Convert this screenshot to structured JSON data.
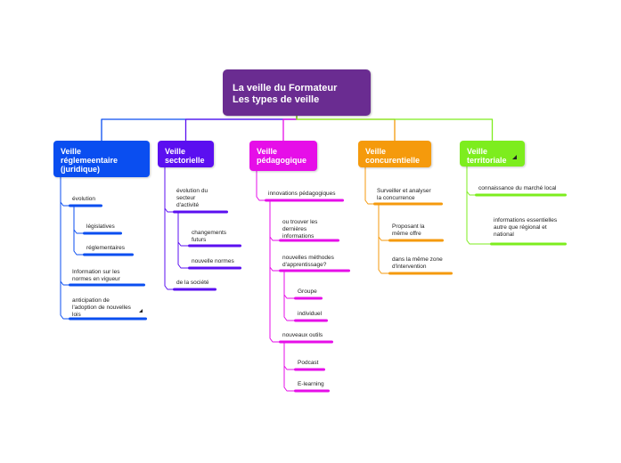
{
  "root": {
    "line1": "La veille du Formateur",
    "line2": "Les types de veille",
    "color": "#6a2c91"
  },
  "branches": [
    {
      "id": "reglementaire",
      "color": "#0a4ef0",
      "label_lines": [
        "Veille",
        "réglemeentaire",
        "(juridique)"
      ],
      "children": [
        {
          "lines": [
            "évolution"
          ],
          "children": [
            {
              "lines": [
                "législatives"
              ]
            },
            {
              "lines": [
                "réglementaires"
              ]
            }
          ]
        },
        {
          "lines": [
            "Information sur les",
            "normes en vigueur"
          ]
        },
        {
          "lines": [
            "anticipation de",
            "l'adoption de nouvelles",
            "lois"
          ],
          "collapsed": true
        }
      ]
    },
    {
      "id": "sectorielle",
      "color": "#5b0ff0",
      "label_lines": [
        "Veille",
        "sectorielle"
      ],
      "children": [
        {
          "lines": [
            "évolution du",
            "secteur",
            "d'activité"
          ],
          "children": [
            {
              "lines": [
                "changements",
                "futurs"
              ]
            },
            {
              "lines": [
                "nouvelle normes"
              ]
            }
          ]
        },
        {
          "lines": [
            "de la société"
          ]
        }
      ]
    },
    {
      "id": "pedagogique",
      "color": "#e60ee8",
      "label_lines": [
        "Veille",
        "pédagogique"
      ],
      "children": [
        {
          "lines": [
            "innovations pédagogiques"
          ],
          "children": [
            {
              "lines": [
                "ou trouver les",
                "dernières",
                "informations"
              ]
            },
            {
              "lines": [
                "nouvelles méthodes",
                "d'apprentissage?"
              ],
              "children": [
                {
                  "lines": [
                    "Groupe"
                  ]
                },
                {
                  "lines": [
                    "individuel"
                  ]
                }
              ]
            },
            {
              "lines": [
                "nouveaux outils"
              ],
              "children": [
                {
                  "lines": [
                    "Podcast"
                  ]
                },
                {
                  "lines": [
                    "E-learning"
                  ]
                }
              ]
            }
          ]
        }
      ]
    },
    {
      "id": "concurentielle",
      "color": "#f59a0c",
      "label_lines": [
        "Veille",
        "concurentielle"
      ],
      "children": [
        {
          "lines": [
            "Surveiller et analyser",
            "la concurrence"
          ],
          "children": [
            {
              "lines": [
                "Proposant la",
                "même offre"
              ]
            },
            {
              "lines": [
                "dans la même zone",
                "d'intervention"
              ]
            }
          ]
        }
      ]
    },
    {
      "id": "territoriale",
      "color": "#7ded1e",
      "label_lines": [
        "Veille",
        "territoriale"
      ],
      "collapsed": true,
      "children": [
        {
          "lines": [
            "connaissance du marché local"
          ]
        },
        {
          "lines": [
            "informations essentielles",
            "autre que régional et",
            "national"
          ]
        }
      ]
    }
  ]
}
